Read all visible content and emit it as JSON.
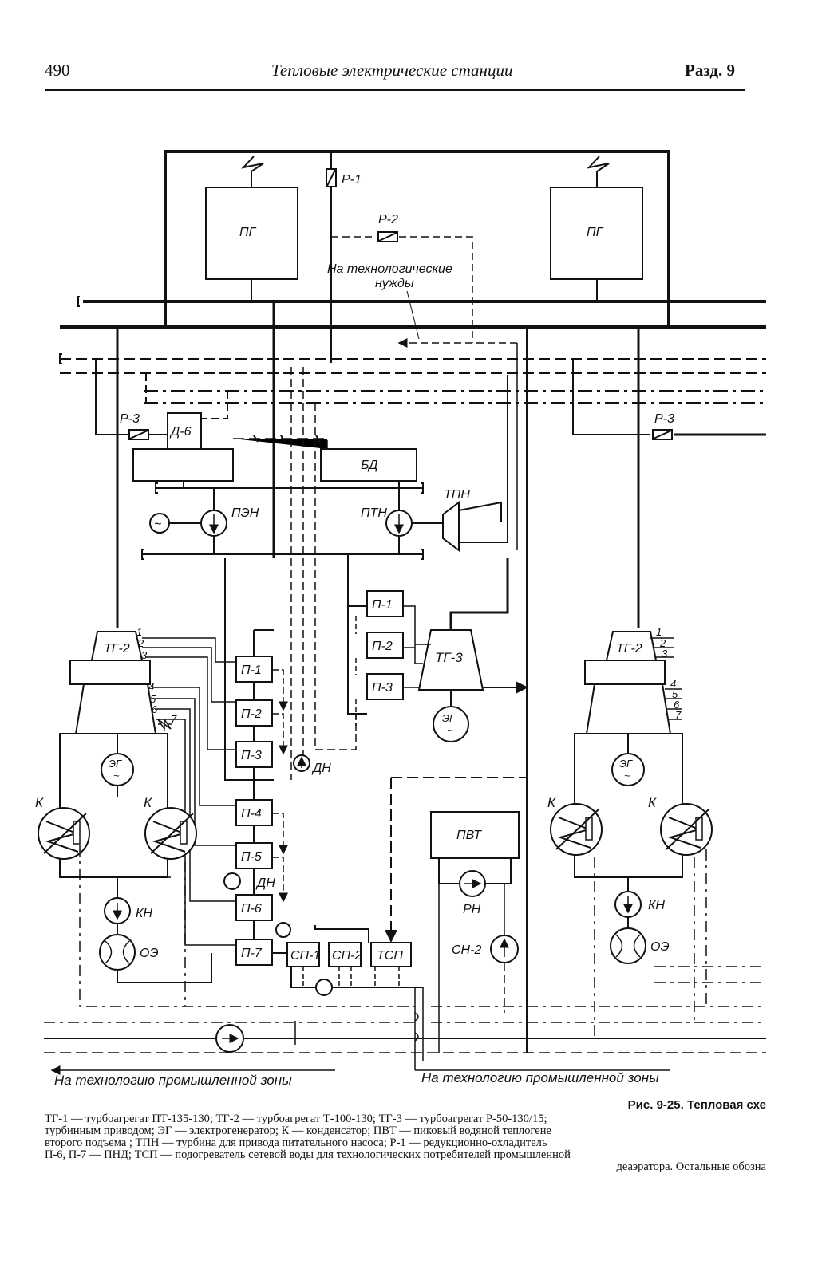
{
  "header": {
    "page_number": "490",
    "running_title": "Тепловые электрические станции",
    "section": "Разд. 9"
  },
  "labels": {
    "pg": "ПГ",
    "r1": "Р-1",
    "r2": "Р-2",
    "r3": "Р-3",
    "tech_needs_1": "На технологические",
    "tech_needs_2": "нужды",
    "d6": "Д-6",
    "bd": "БД",
    "pen": "ПЭН",
    "ptn": "ПТН",
    "tpn": "ТПН",
    "tg2": "ТГ-2",
    "tg3": "ТГ-3",
    "eg": "ЭГ",
    "tilde": "~",
    "k": "К",
    "kn": "КН",
    "oe": "ОЭ",
    "dn": "ДН",
    "pvt": "ПВТ",
    "rn": "РН",
    "sn2": "СН-2",
    "sp1": "СП-1",
    "sp2": "СП-2",
    "tsp": "ТСП",
    "p1": "П-1",
    "p2": "П-2",
    "p3": "П-3",
    "p4": "П-4",
    "p5": "П-5",
    "p6": "П-6",
    "p7": "П-7",
    "n1": "1",
    "n2": "2",
    "n3": "3",
    "n4": "4",
    "n5": "5",
    "n6": "6",
    "n7": "7",
    "zone_left": "На технологию промышленной зоны",
    "zone_right": "На технологию промышленной зоны"
  },
  "caption": {
    "title": "Рис. 9-25. Тепловая схе",
    "line1": "ТГ-1 — турбоагрегат ПТ-135-130; ТГ-2 — турбоагрегат Т-100-130; ТГ-3 — турбоагрегат Р-50-130/15;",
    "line2": "турбинным приводом; ЭГ — электрогенератор; К — конденсатор; ПВТ — пиковый водяной теплогене",
    "line3": "второго подъема ; ТПН — турбина для привода питательного насоса; Р-1 — редукционно-охладитель",
    "line4": "П-6, П-7 — ПНД; ТСП — подогреватель сетевой воды для технологических потребителей промышленной",
    "line5": "деаэратора. Остальные обозна"
  }
}
